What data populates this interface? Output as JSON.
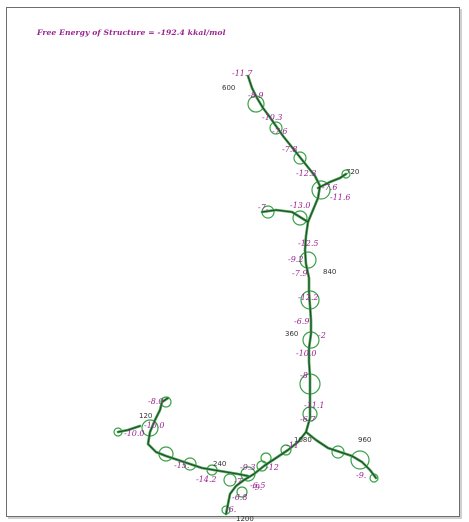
{
  "title": "Free Energy of Structure = -192.4 kkal/mol",
  "colors": {
    "frame": "#6e6e6e",
    "backbone": "#2d2d2d",
    "helix": "#3aa048",
    "energy_label": "#9a2390",
    "position_label": "#333333"
  },
  "energy_labels": [
    "-11.7",
    "-8.9",
    "-10.3",
    "-7.6",
    "-7.8",
    "-12.3",
    "-7.6",
    "-11.6",
    "-7.",
    "-13.0",
    "-12.5",
    "-9.2",
    "-7.9",
    "-12.2",
    "-6.9",
    "-2",
    "-10.0",
    "-8",
    "-11.1",
    "-6.7",
    "-11",
    "-9.",
    "-7",
    "-8.0",
    "-10.0",
    "-10.0",
    "-15.",
    "-14.2",
    "-9.3",
    "-6.5",
    "-12",
    "-6.",
    "-6.8",
    "-9."
  ],
  "position_labels": [
    "600",
    "720",
    "840",
    "360",
    "1080",
    "960",
    "120",
    "240",
    "1200"
  ]
}
